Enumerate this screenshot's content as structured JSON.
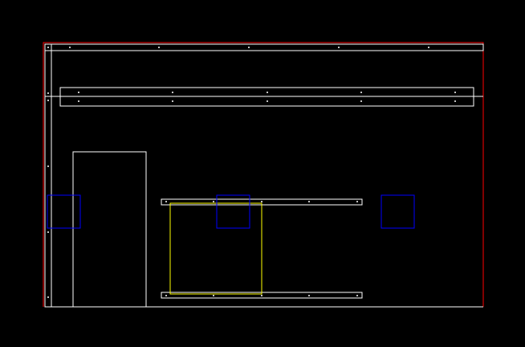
{
  "colors": {
    "background": "#000000",
    "frame_border": "#ff0000",
    "structure": "#ffffff",
    "hidden_region": "#0000ff",
    "selection": "#ffff00"
  },
  "legend_note": "",
  "elements": {
    "frame": "outer-frame",
    "top_rail": "top-rail",
    "left_post": "left-post",
    "upper_beam": "upper-beam",
    "door_panel": "door-panel",
    "shelf_upper": "shelf-upper",
    "shelf_lower": "shelf-lower",
    "blue_boxes": [
      "blue-box-left",
      "blue-box-center",
      "blue-box-right"
    ],
    "selection_box": "selection-box"
  }
}
